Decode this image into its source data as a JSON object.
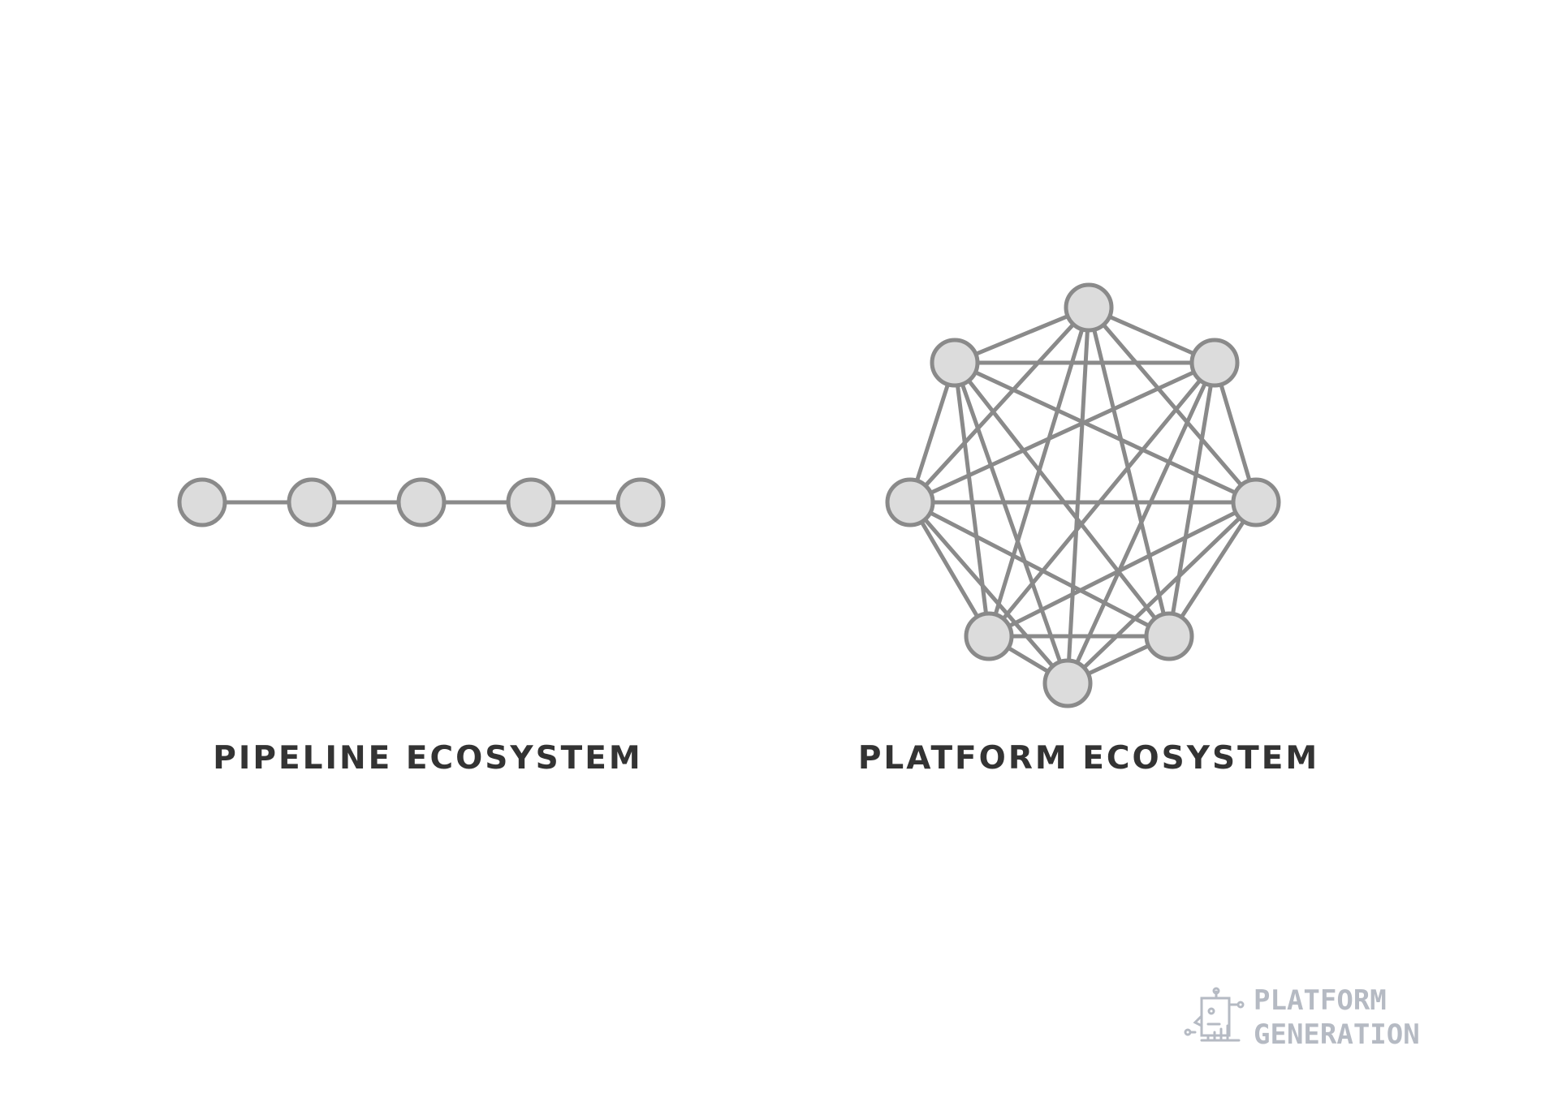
{
  "pipeline": {
    "title": "PIPELINE ECOSYSTEM",
    "node_count": 5
  },
  "platform": {
    "title": "PLATFORM ECOSYSTEM",
    "node_count": 8
  },
  "logo": {
    "line1": "PLATFORM",
    "line2": "GENERATION",
    "icon": "robot-head-icon"
  },
  "colors": {
    "edge": "#8a8a8a",
    "node_fill": "#dcdcdc",
    "node_stroke": "#8a8a8a",
    "caption": "#333333",
    "logo": "#b5bac3"
  }
}
